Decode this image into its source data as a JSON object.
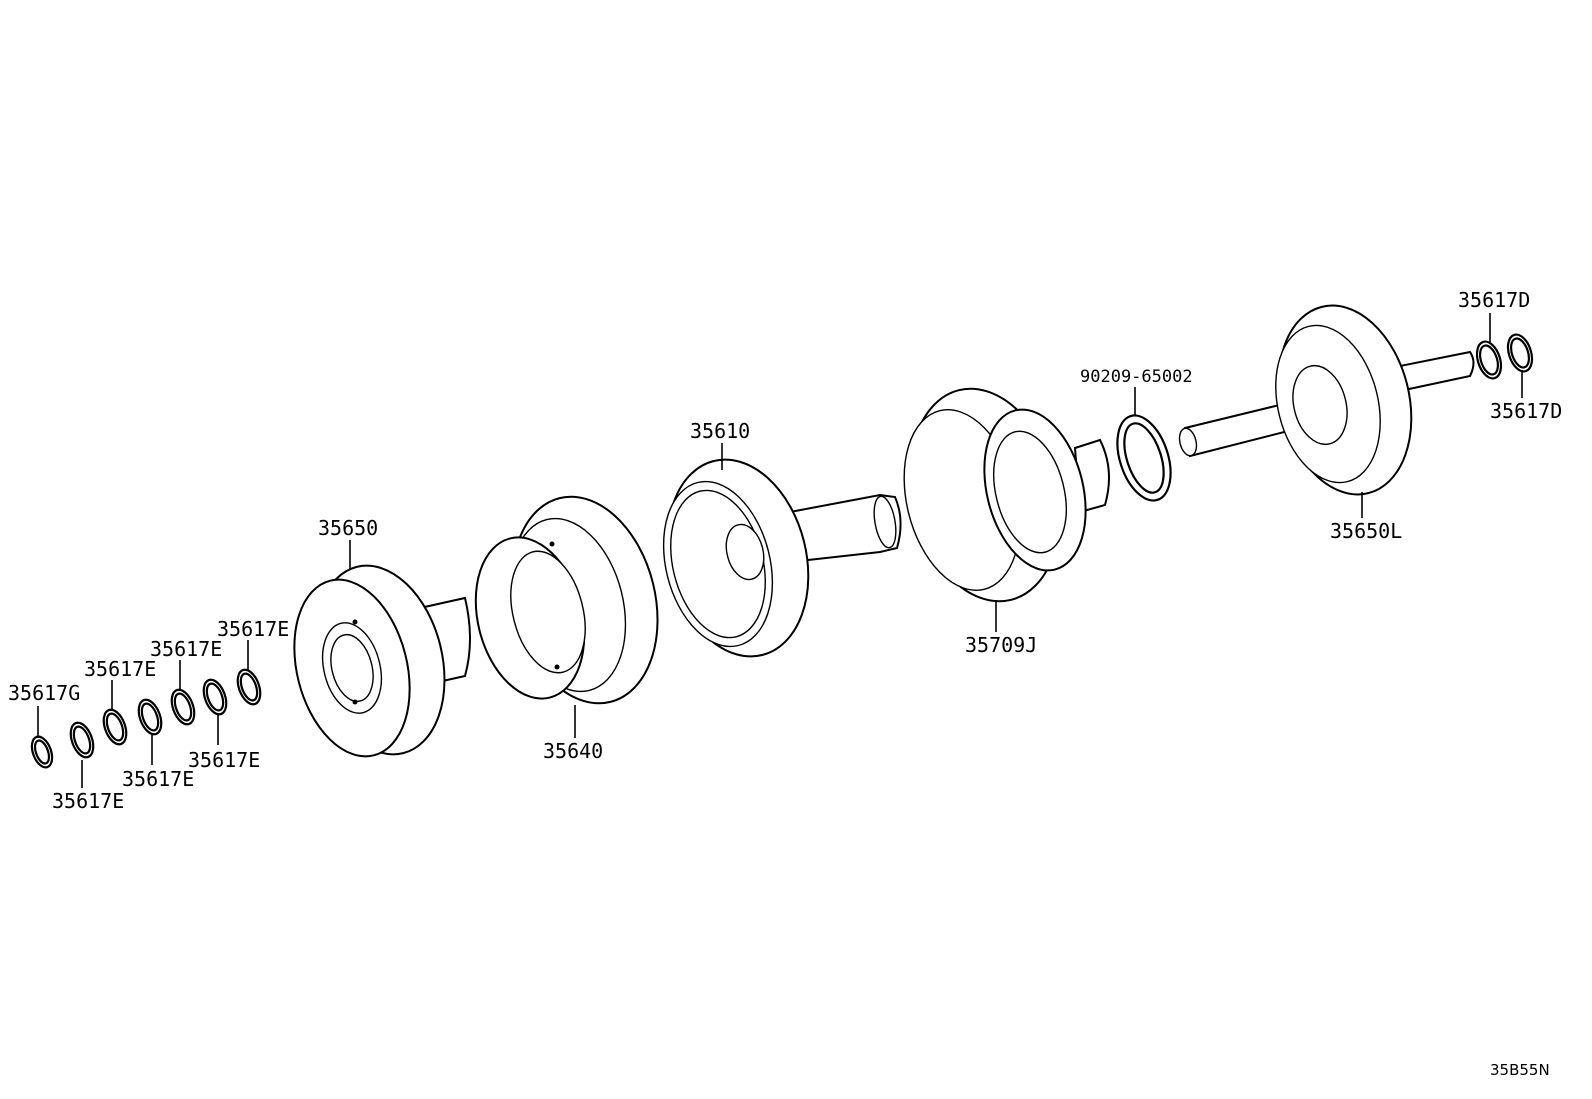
{
  "diagram_code": "35B55N",
  "parts": {
    "p35650": "35650",
    "p35640": "35640",
    "p35610": "35610",
    "p35709J": "35709J",
    "p90209": "90209-65002",
    "p35650L": "35650L",
    "p35617D_top": "35617D",
    "p35617D_bottom": "35617D",
    "p35617G": "35617G",
    "p35617E_1": "35617E",
    "p35617E_2": "35617E",
    "p35617E_3": "35617E",
    "p35617E_4": "35617E",
    "p35617E_5": "35617E",
    "p35617E_6": "35617E"
  }
}
